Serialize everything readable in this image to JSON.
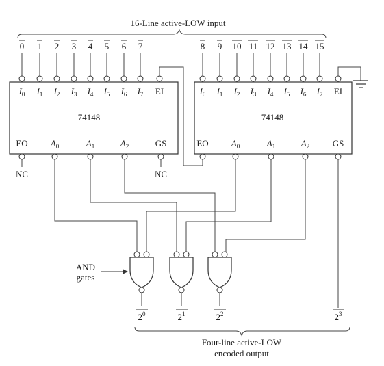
{
  "title": "16-Line active-LOW input",
  "output_label_line1": "Four-line active-LOW",
  "output_label_line2": "encoded output",
  "inputs_left": [
    "0",
    "1",
    "2",
    "3",
    "4",
    "5",
    "6",
    "7"
  ],
  "inputs_right": [
    "8",
    "9",
    "10",
    "11",
    "12",
    "13",
    "14",
    "15"
  ],
  "chip_name": "74148",
  "chip_left": {
    "top_pins": [
      {
        "main": "I",
        "sub": "0"
      },
      {
        "main": "I",
        "sub": "1"
      },
      {
        "main": "I",
        "sub": "2"
      },
      {
        "main": "I",
        "sub": "3"
      },
      {
        "main": "I",
        "sub": "4"
      },
      {
        "main": "I",
        "sub": "5"
      },
      {
        "main": "I",
        "sub": "6"
      },
      {
        "main": "I",
        "sub": "7"
      }
    ],
    "ei": "EI",
    "bottom_pins": [
      {
        "main": "EO",
        "sub": ""
      },
      {
        "main": "A",
        "sub": "0"
      },
      {
        "main": "A",
        "sub": "1"
      },
      {
        "main": "A",
        "sub": "2"
      },
      {
        "main": "GS",
        "sub": ""
      }
    ]
  },
  "chip_right": {
    "top_pins": [
      {
        "main": "I",
        "sub": "0"
      },
      {
        "main": "I",
        "sub": "1"
      },
      {
        "main": "I",
        "sub": "2"
      },
      {
        "main": "I",
        "sub": "3"
      },
      {
        "main": "I",
        "sub": "4"
      },
      {
        "main": "I",
        "sub": "5"
      },
      {
        "main": "I",
        "sub": "6"
      },
      {
        "main": "I",
        "sub": "7"
      }
    ],
    "ei": "EI",
    "bottom_pins": [
      {
        "main": "EO",
        "sub": ""
      },
      {
        "main": "A",
        "sub": "0"
      },
      {
        "main": "A",
        "sub": "1"
      },
      {
        "main": "A",
        "sub": "2"
      },
      {
        "main": "GS",
        "sub": ""
      }
    ]
  },
  "nc_label": "NC",
  "and_label_line1": "AND",
  "and_label_line2": "gates",
  "outputs": [
    {
      "base": "2",
      "exp": "0"
    },
    {
      "base": "2",
      "exp": "1"
    },
    {
      "base": "2",
      "exp": "2"
    },
    {
      "base": "2",
      "exp": "3"
    }
  ]
}
